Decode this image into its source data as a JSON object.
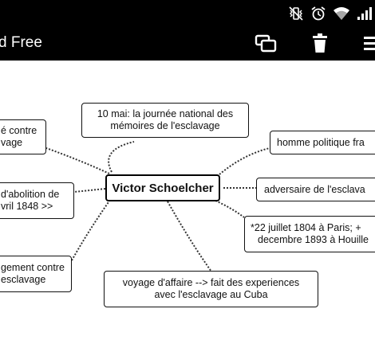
{
  "app": {
    "title": "d Free"
  },
  "statusbar": {
    "icons": [
      "vibrate-off-icon",
      "alarm-icon",
      "wifi-icon",
      "signal-icon"
    ]
  },
  "actionbar": {
    "icons": [
      "windows-icon",
      "trash-icon",
      "menu-icon"
    ]
  },
  "mindmap": {
    "central": "Victor Schoelcher",
    "nodes": {
      "top_memorial": [
        "10 mai: la journée national des",
        "mémoires de l'esclavage"
      ],
      "right_politician": [
        "homme politique fra"
      ],
      "right_opponent": [
        "adversaire de l'esclava"
      ],
      "right_dates": [
        "*22 juillet 1804 à Paris; +",
        "decembre 1893 à Houille"
      ],
      "bottom_travel": [
        "voyage d'affaire --> fait des experiences",
        "avec l'esclavage au Cuba"
      ],
      "left_against": [
        "é contre",
        "vage"
      ],
      "left_abolition": [
        "d'abolition de",
        "vril 1848 >>"
      ],
      "left_engagement": [
        "gement contre",
        "esclavage"
      ]
    }
  },
  "colors": {
    "bar_background": "#000000",
    "bar_foreground": "#ffffff",
    "node_border": "#111111",
    "link": "#333333"
  }
}
